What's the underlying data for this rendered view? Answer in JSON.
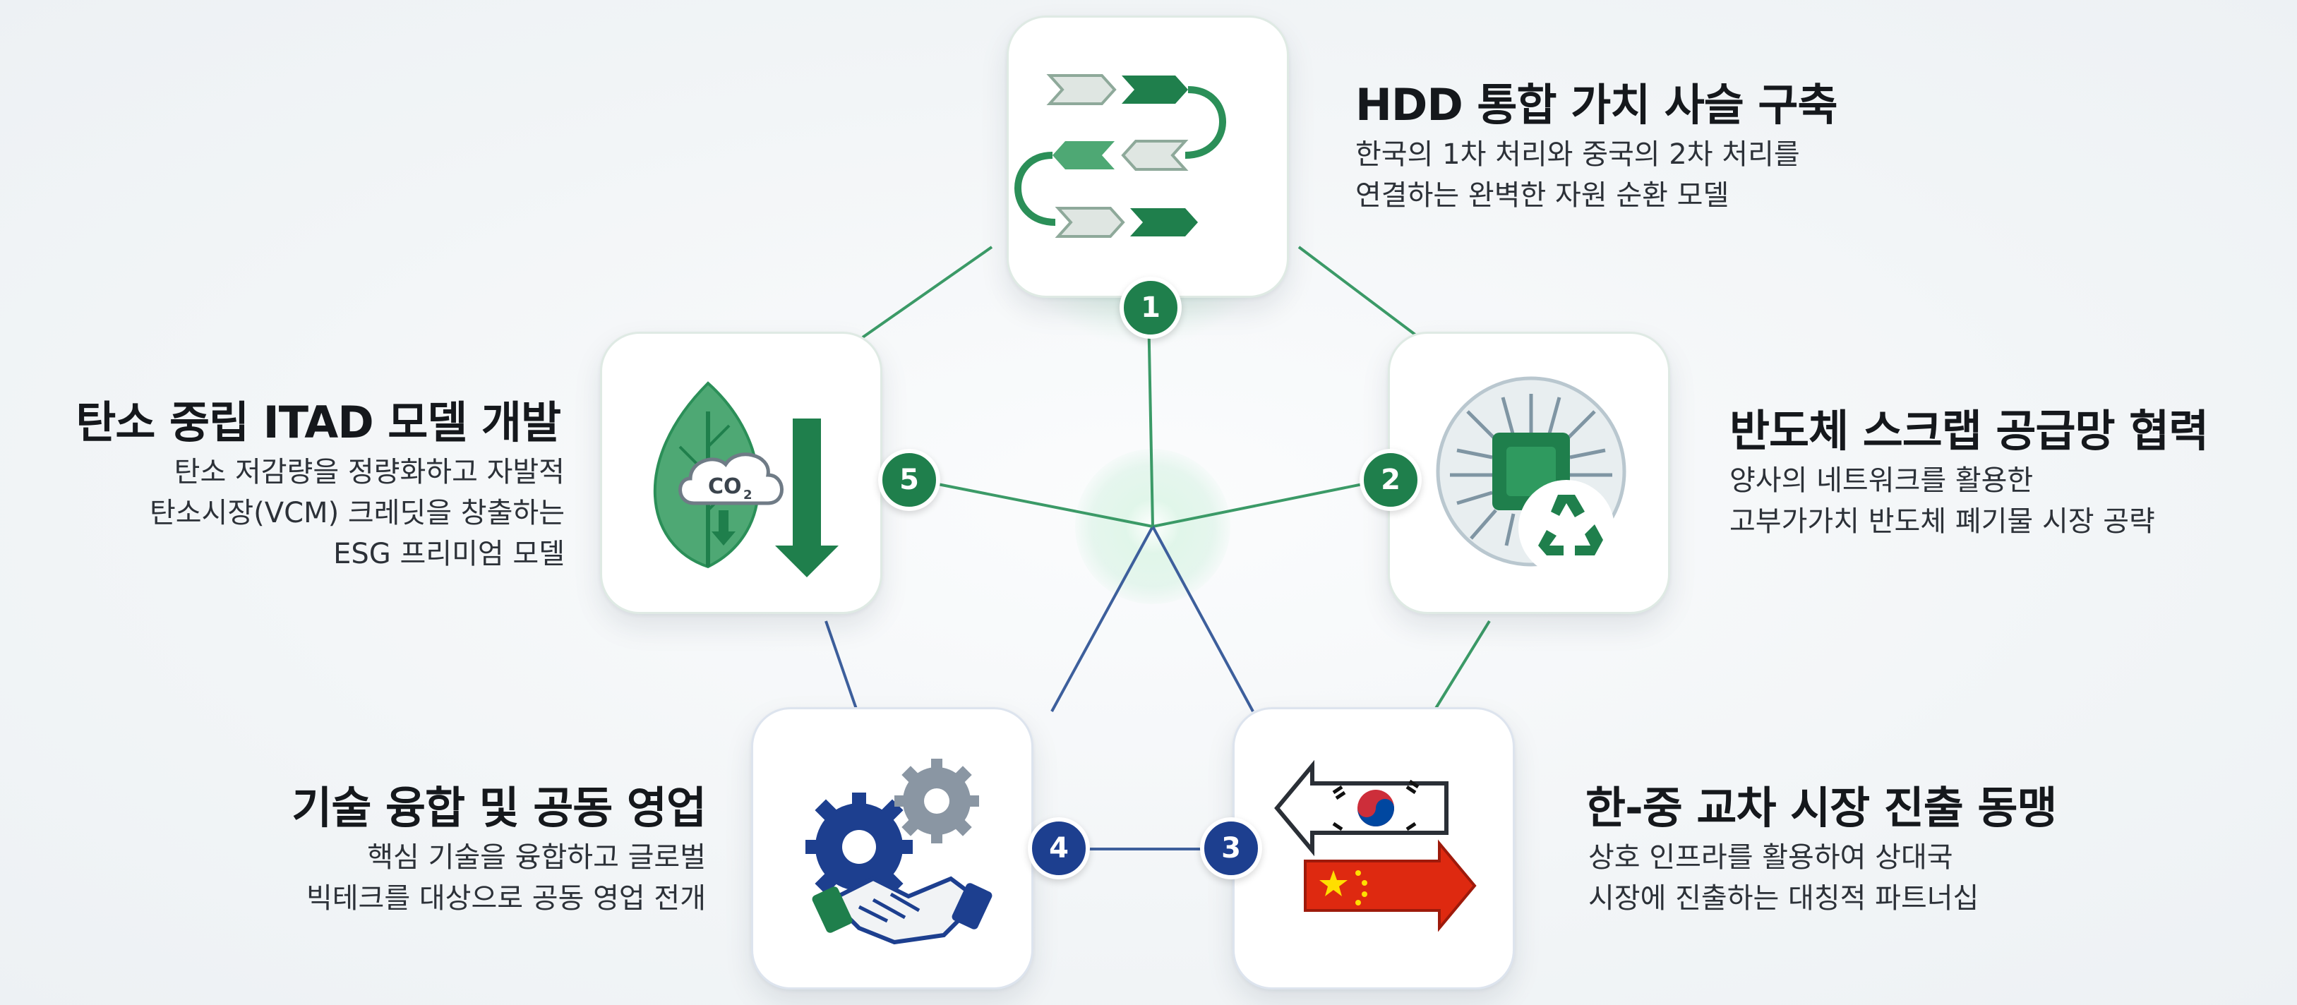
{
  "nodes": [
    {
      "number": "1",
      "title": "HDD 통합 가치 사슬 구축",
      "lines": [
        "한국의 1차 처리와 중국의 2차 처리를",
        "연결하는 완벽한 자원 순환 모델"
      ],
      "icon": "value-chain-arrows-icon",
      "color": "#1f7f4c"
    },
    {
      "number": "2",
      "title": "반도체 스크랩 공급망 협력",
      "lines": [
        "양사의 네트워크를 활용한",
        "고부가가치 반도체 폐기물 시장 공략"
      ],
      "icon": "chip-recycle-icon",
      "color": "#1f7f4c"
    },
    {
      "number": "3",
      "title": "한-중 교차 시장 진출 동맹",
      "lines": [
        "상호 인프라를 활용하여 상대국",
        "시장에 진출하는 대칭적 파트너십"
      ],
      "icon": "korea-china-flags-icon",
      "color": "#1d3f8f"
    },
    {
      "number": "4",
      "title": "기술 융합 및 공동 영업",
      "lines": [
        "핵심 기술을 융합하고 글로벌",
        "빅테크를 대상으로 공동 영업 전개"
      ],
      "icon": "gears-handshake-icon",
      "color": "#1d3f8f"
    },
    {
      "number": "5",
      "title": "탄소 중립 ITAD 모델 개발",
      "lines": [
        "탄소 저감량을 정량화하고 자발적",
        "탄소시장(VCM) 크레딧을 창출하는",
        "ESG 프리미엄 모델"
      ],
      "icon": "leaf-co2-down-icon",
      "color": "#1f7f4c"
    }
  ],
  "icon_text": {
    "co2": "CO",
    "co2_sub": "2"
  },
  "colors": {
    "green": "#1f7f4c",
    "green_light": "#3aa36a",
    "blue": "#1d3f8f",
    "korea_red": "#cd2e3a",
    "korea_blue": "#0047a0",
    "china_red": "#de2910",
    "china_yellow": "#ffde00"
  }
}
